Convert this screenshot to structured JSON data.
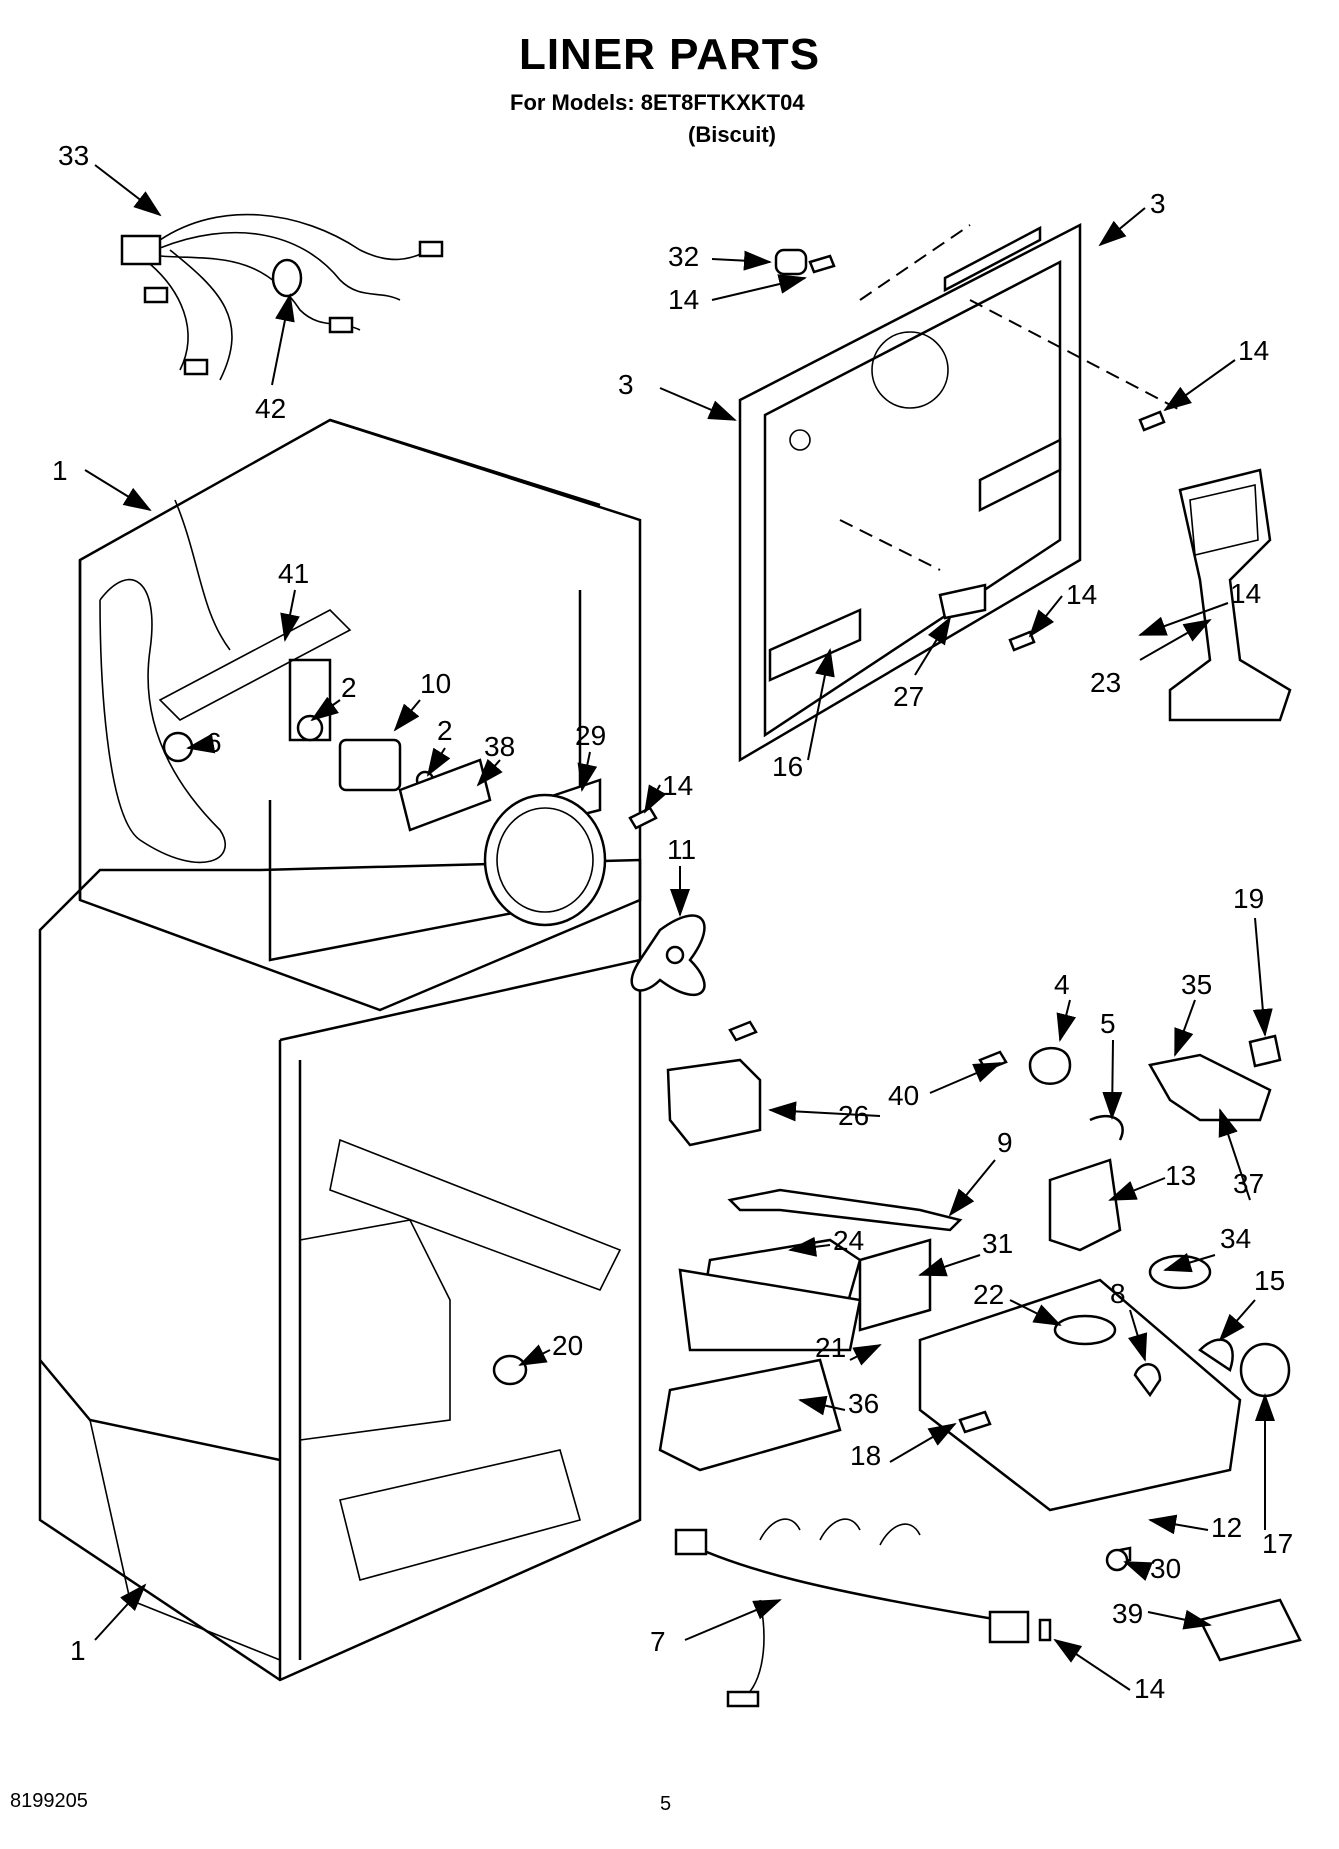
{
  "header": {
    "title": "LINER PARTS",
    "models_line": "For Models: 8ET8FTKXKT04",
    "color_note": "(Biscuit)"
  },
  "footer": {
    "doc_number": "8199205",
    "page_number": "5"
  },
  "callouts": [
    "33",
    "42",
    "1",
    "41",
    "2",
    "10",
    "6",
    "2",
    "38",
    "29",
    "14",
    "11",
    "3",
    "32",
    "14",
    "3",
    "14",
    "16",
    "27",
    "14",
    "23",
    "19",
    "35",
    "4",
    "5",
    "40",
    "26",
    "13",
    "37",
    "9",
    "31",
    "24",
    "34",
    "22",
    "8",
    "15",
    "21",
    "36",
    "18",
    "12",
    "17",
    "20",
    "1",
    "7",
    "30",
    "39",
    "14",
    "14"
  ]
}
